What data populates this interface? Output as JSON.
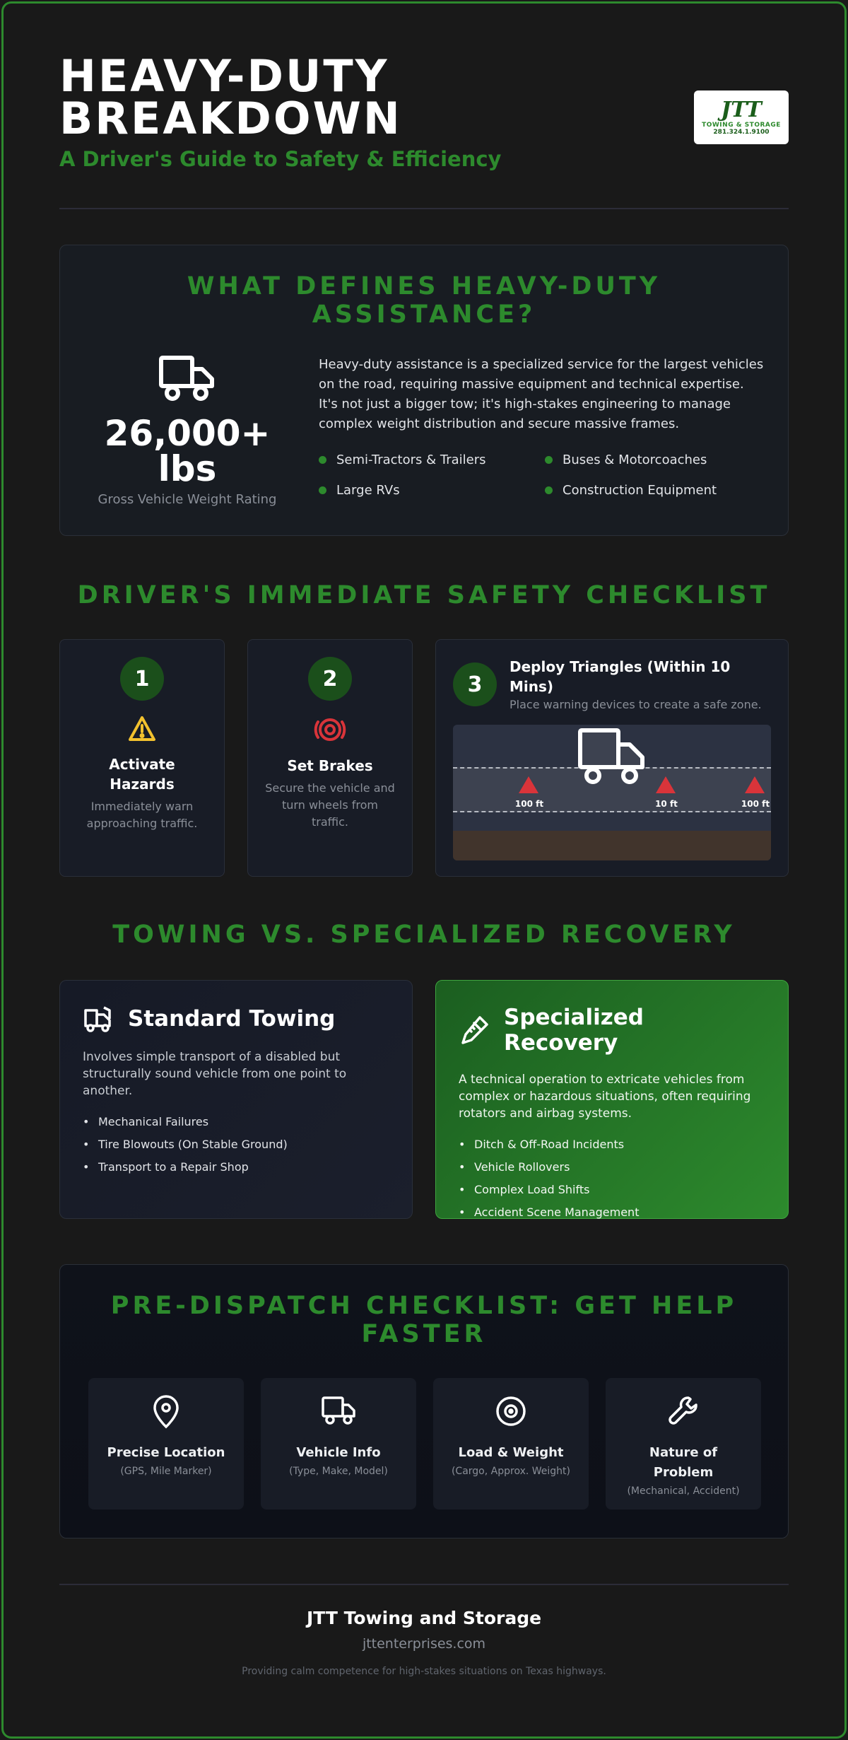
{
  "header": {
    "title": "HEAVY-DUTY BREAKDOWN",
    "subtitle": "A Driver's Guide to Safety & Efficiency",
    "logo": {
      "mark": "JTT",
      "line1": "TOWING & STORAGE",
      "line2": "281.324.1.9100"
    }
  },
  "defines": {
    "title": "WHAT DEFINES HEAVY-DUTY ASSISTANCE?",
    "icon": "truck-icon",
    "weight": "26,000+ lbs",
    "weight_caption": "Gross Vehicle Weight Rating",
    "description": "Heavy-duty assistance is a specialized service for the largest vehicles on the road, requiring massive equipment and technical expertise. It's not just a bigger tow; it's high-stakes engineering to manage complex weight distribution and secure massive frames.",
    "vehicles": [
      "Semi-Tractors & Trailers",
      "Buses & Motorcoaches",
      "Large RVs",
      "Construction Equipment"
    ]
  },
  "checklist": {
    "title": "DRIVER'S IMMEDIATE SAFETY CHECKLIST",
    "steps": [
      {
        "num": "1",
        "icon": "warning-icon",
        "title": "Activate Hazards",
        "desc": "Immediately warn approaching traffic."
      },
      {
        "num": "2",
        "icon": "brake-icon",
        "title": "Set Brakes",
        "desc": "Secure the vehicle and turn wheels from traffic."
      },
      {
        "num": "3",
        "title": "Deploy Triangles (Within 10 Mins)",
        "desc": "Place warning devices to create a safe zone."
      }
    ],
    "triangle_labels": [
      "100 ft",
      "10 ft",
      "100 ft"
    ]
  },
  "compare": {
    "title": "TOWING VS. SPECIALIZED RECOVERY",
    "standard": {
      "icon": "tow-truck-icon",
      "title": "Standard Towing",
      "desc": "Involves simple transport of a disabled but structurally sound vehicle from one point to another.",
      "items": [
        "Mechanical Failures",
        "Tire Blowouts (On Stable Ground)",
        "Transport to a Repair Shop"
      ]
    },
    "specialized": {
      "icon": "wrench-tool-icon",
      "title": "Specialized Recovery",
      "desc": "A technical operation to extricate vehicles from complex or hazardous situations, often requiring rotators and airbag systems.",
      "items": [
        "Ditch & Off-Road Incidents",
        "Vehicle Rollovers",
        "Complex Load Shifts",
        "Accident Scene Management"
      ]
    }
  },
  "predispatch": {
    "title": "PRE-DISPATCH CHECKLIST: GET HELP FASTER",
    "items": [
      {
        "icon": "location-pin-icon",
        "title": "Precise Location",
        "sub": "(GPS, Mile Marker)"
      },
      {
        "icon": "truck-icon",
        "title": "Vehicle Info",
        "sub": "(Type, Make, Model)"
      },
      {
        "icon": "target-icon",
        "title": "Load & Weight",
        "sub": "(Cargo, Approx. Weight)"
      },
      {
        "icon": "wrench-icon",
        "title": "Nature of Problem",
        "sub": "(Mechanical, Accident)"
      }
    ]
  },
  "footer": {
    "company": "JTT Towing and Storage",
    "website": "jttenterprises.com",
    "tagline": "Providing calm competence for high-stakes situations on Texas highways."
  },
  "colors": {
    "accent": "#2d8a2d",
    "background": "#191919",
    "panel": "#181c22",
    "danger": "#d9343a",
    "warning": "#f2c12e"
  }
}
